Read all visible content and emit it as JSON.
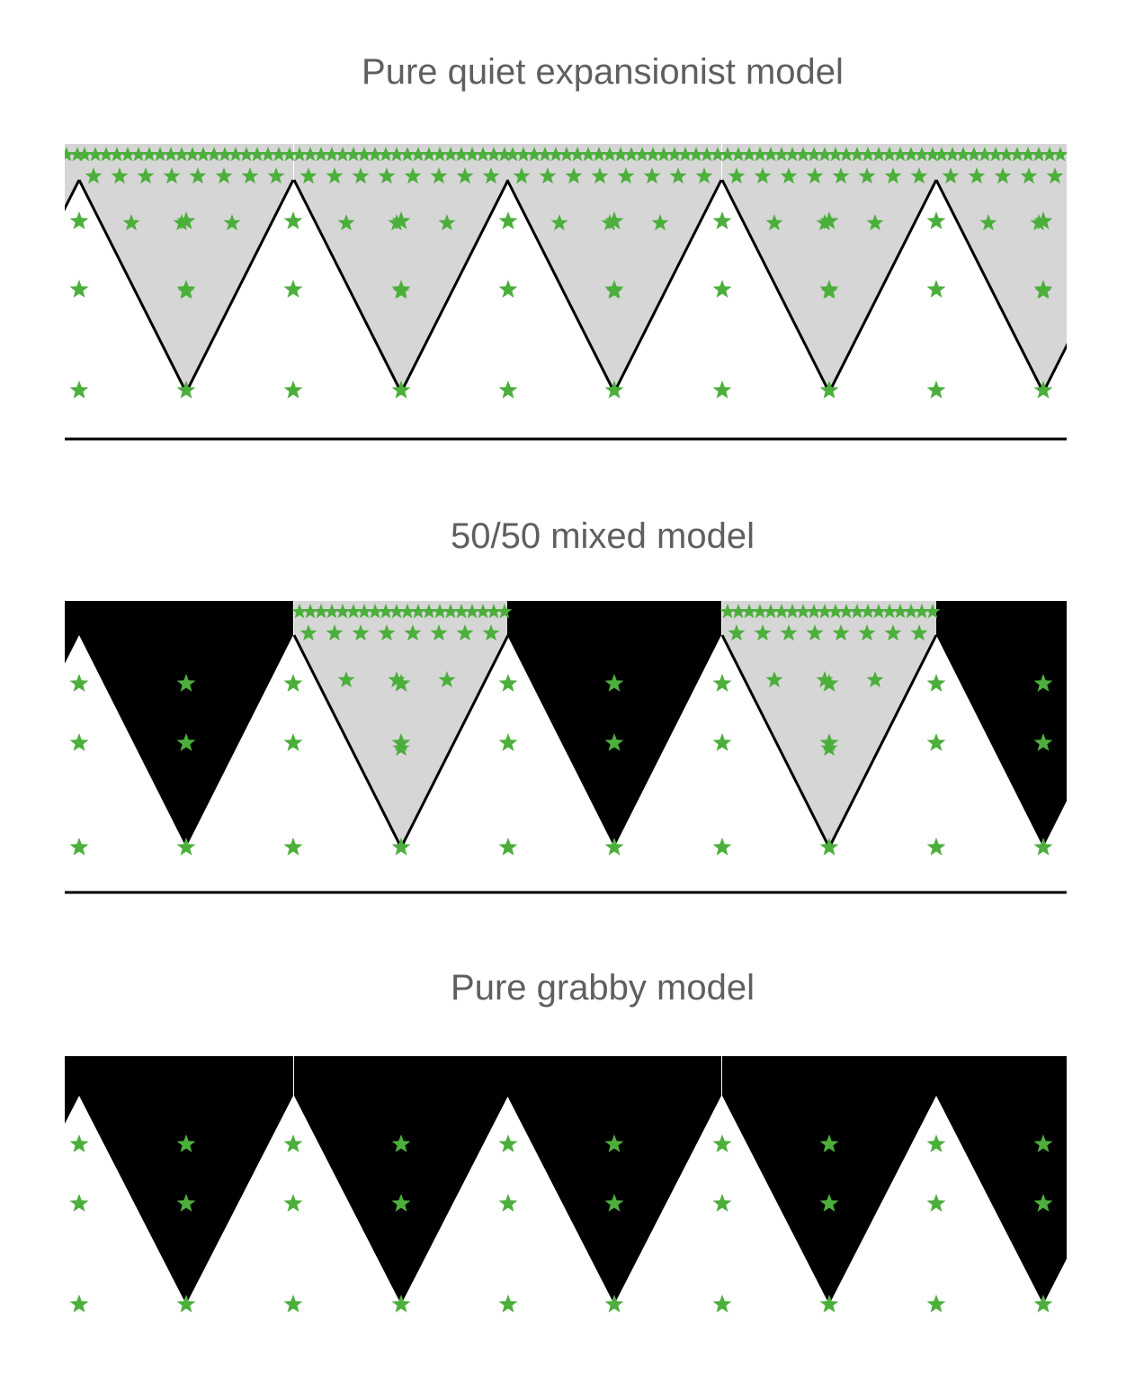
{
  "titles": {
    "quiet": "Pure quiet expansionist model",
    "mixed": "50/50 mixed model",
    "grabby": "Pure grabby model"
  },
  "colors": {
    "star": "#4caf3c",
    "quiet_fill": "#d6d6d6",
    "grabby_fill": "#000000",
    "outline": "#000000",
    "title": "#5f5f5f"
  },
  "icons": {
    "star": "star-icon"
  },
  "panels": [
    {
      "id": "quiet",
      "civilizations": [
        "quiet",
        "quiet",
        "quiet",
        "quiet",
        "quiet"
      ],
      "bottom_line": true
    },
    {
      "id": "mixed",
      "civilizations": [
        "grabby",
        "quiet",
        "grabby",
        "quiet",
        "grabby"
      ],
      "bottom_line": true
    },
    {
      "id": "grabby",
      "civilizations": [
        "grabby",
        "grabby",
        "grabby",
        "grabby",
        "grabby"
      ],
      "bottom_line": false
    }
  ]
}
